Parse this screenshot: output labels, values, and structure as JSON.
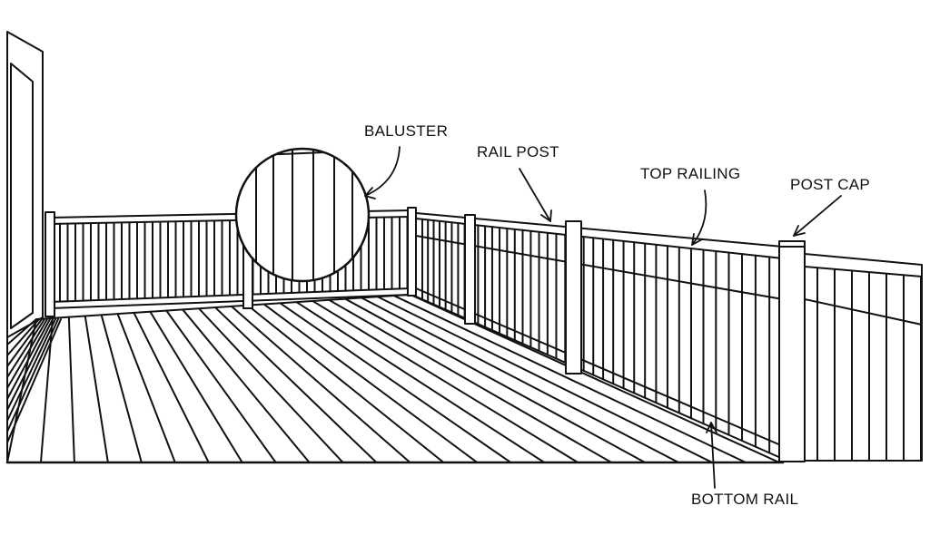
{
  "diagram": {
    "labels": {
      "baluster": "BALUSTER",
      "rail_post": "RAIL POST",
      "top_railing": "TOP RAILING",
      "post_cap": "POST CAP",
      "bottom_rail": "BOTTOM RAIL"
    },
    "colors": {
      "ink": "#111111",
      "background": "#ffffff"
    }
  }
}
